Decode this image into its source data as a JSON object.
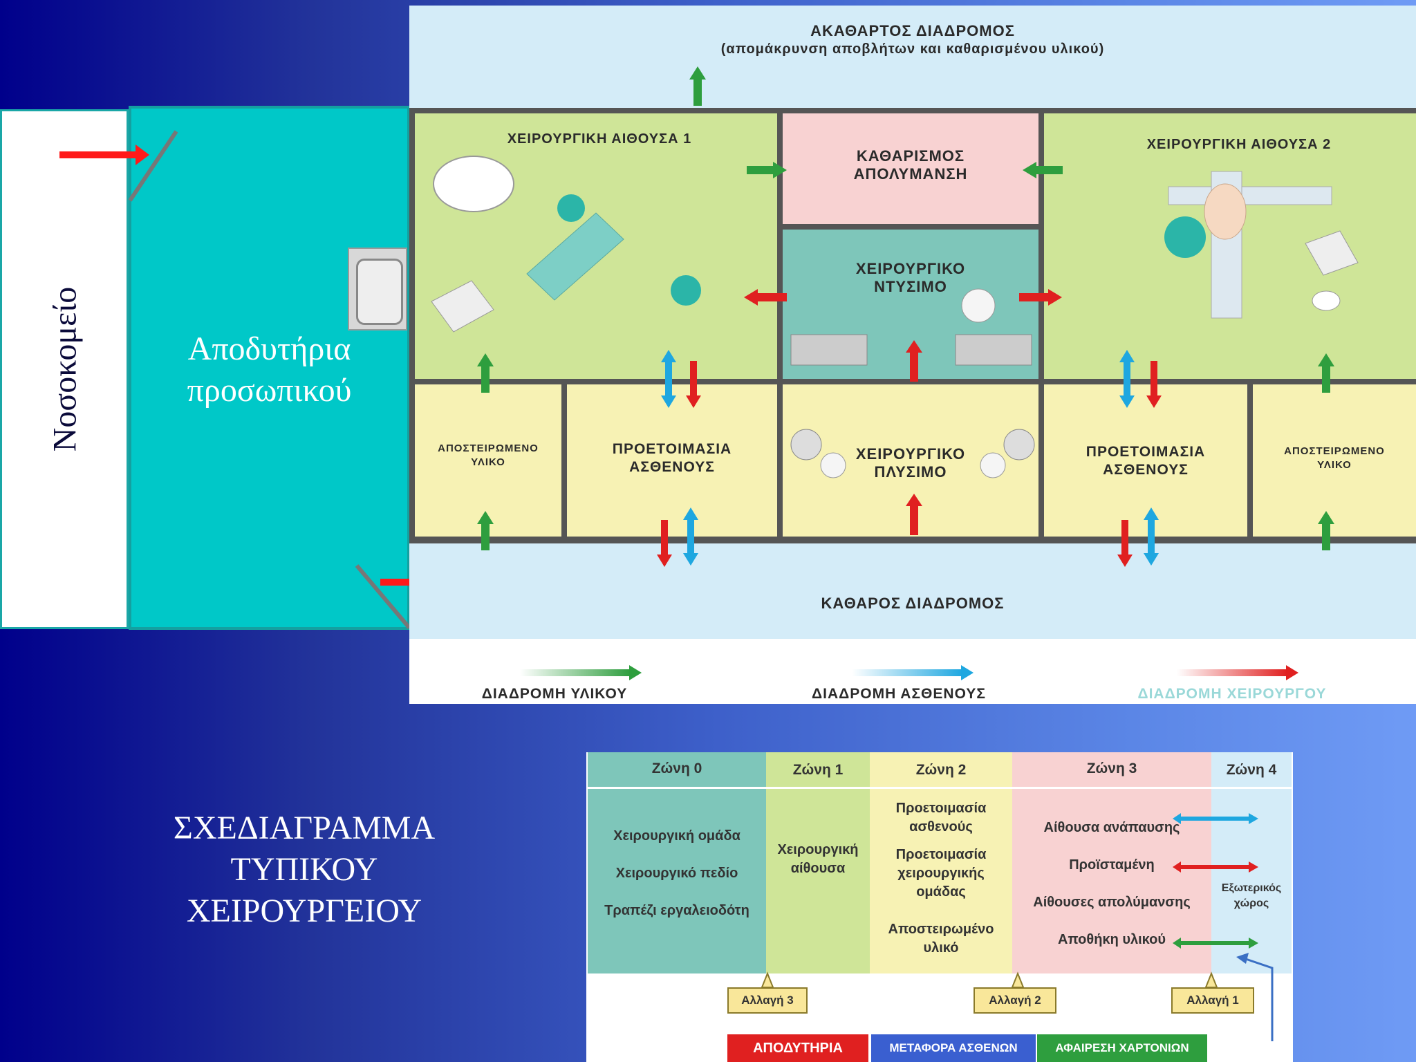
{
  "left": {
    "hospital_label": "Νοσοκομείο",
    "changing_label": "Αποδυτήρια προσωπικού"
  },
  "plan": {
    "dirty_corridor_title": "ΑΚΑΘΑΡΤΟΣ ΔΙΑΔΡΟΜΟΣ",
    "dirty_corridor_subtitle": "(απομάκρυνση αποβλήτων και καθαρισμένου υλικού)",
    "or1": "ΧΕΙΡΟΥΡΓΙΚΗ ΑΙΘΟΥΣΑ 1",
    "or2": "ΧΕΙΡΟΥΡΓΙΚΗ ΑΙΘΟΥΣΑ 2",
    "cleaning_1": "ΚΑΘΑΡΙΣΜΟΣ",
    "cleaning_2": "ΑΠΟΛΥΜΑΝΣΗ",
    "gowning_1": "ΧΕΙΡΟΥΡΓΙΚΟ",
    "gowning_2": "ΝΤΥΣΙΜΟ",
    "sterile_left_1": "ΑΠΟΣΤΕΙΡΩΜΕΝΟ",
    "sterile_left_2": "ΥΛΙΚΟ",
    "prep_left_1": "ΠΡΟΕΤΟΙΜΑΣΙΑ",
    "prep_left_2": "ΑΣΘΕΝΟΥΣ",
    "scrub_1": "ΧΕΙΡΟΥΡΓΙΚΟ",
    "scrub_2": "ΠΛΥΣΙΜΟ",
    "prep_right_1": "ΠΡΟΕΤΟΙΜΑΣΙΑ",
    "prep_right_2": "ΑΣΘΕΝΟΥΣ",
    "sterile_right_1": "ΑΠΟΣΤΕΙΡΩΜΕΝΟ",
    "sterile_right_2": "ΥΛΙΚΟ",
    "clean_corridor": "ΚΑΘΑΡΟΣ ΔΙΑΔΡΟΜΟΣ",
    "legend_material": "ΔΙΑΔΡΟΜΗ ΥΛΙΚΟΥ",
    "legend_patient": "ΔΙΑΔΡΟΜΗ ΑΣΘΕΝΟΥΣ",
    "legend_surgeon": "ΔΙΑΔΡΟΜΗ ΧΕΙΡΟΥΡΓΟΥ",
    "colors": {
      "material": "#2e9e3e",
      "patient": "#1ea7e0",
      "surgeon": "#e02020"
    }
  },
  "bottom_title": "ΣΧΕΔΙΑΓΡΑΜΜΑ ΤΥΠΙΚΟΥ ΧΕΙΡΟΥΡΓΕΙΟΥ",
  "zones": {
    "headers": [
      "Ζώνη 0",
      "Ζώνη 1",
      "Ζώνη 2",
      "Ζώνη 3",
      "Ζώνη 4"
    ],
    "zone0": [
      "Χειρουργική ομάδα",
      "Χειρουργικό πεδίο",
      "Τραπέζι εργαλειοδότη"
    ],
    "zone1_a": "Χειρουργική",
    "zone1_b": "αίθουσα",
    "zone2": [
      "Προετοιμασία",
      "ασθενούς",
      "Προετοιμασία",
      "χειρουργικής",
      "ομάδας",
      "Αποστειρωμένο",
      "υλικό"
    ],
    "zone3": [
      "Αίθουσα ανάπαυσης",
      "Προϊσταμένη",
      "Αίθουσες απολύμανσης",
      "Αποθήκη υλικού"
    ],
    "zone4_a": "Εξωτερικός",
    "zone4_b": "χώρος",
    "changes": [
      "Αλλαγή 3",
      "Αλλαγή 2",
      "Αλλαγή 1"
    ],
    "legend": [
      "ΑΠΟΔΥΤΗΡΙΑ",
      "ΜΕΤΑΦΟΡΑ ΑΣΘΕΝΩΝ",
      "ΑΦΑΙΡΕΣΗ ΧΑΡΤΟΝΙΩΝ"
    ]
  }
}
